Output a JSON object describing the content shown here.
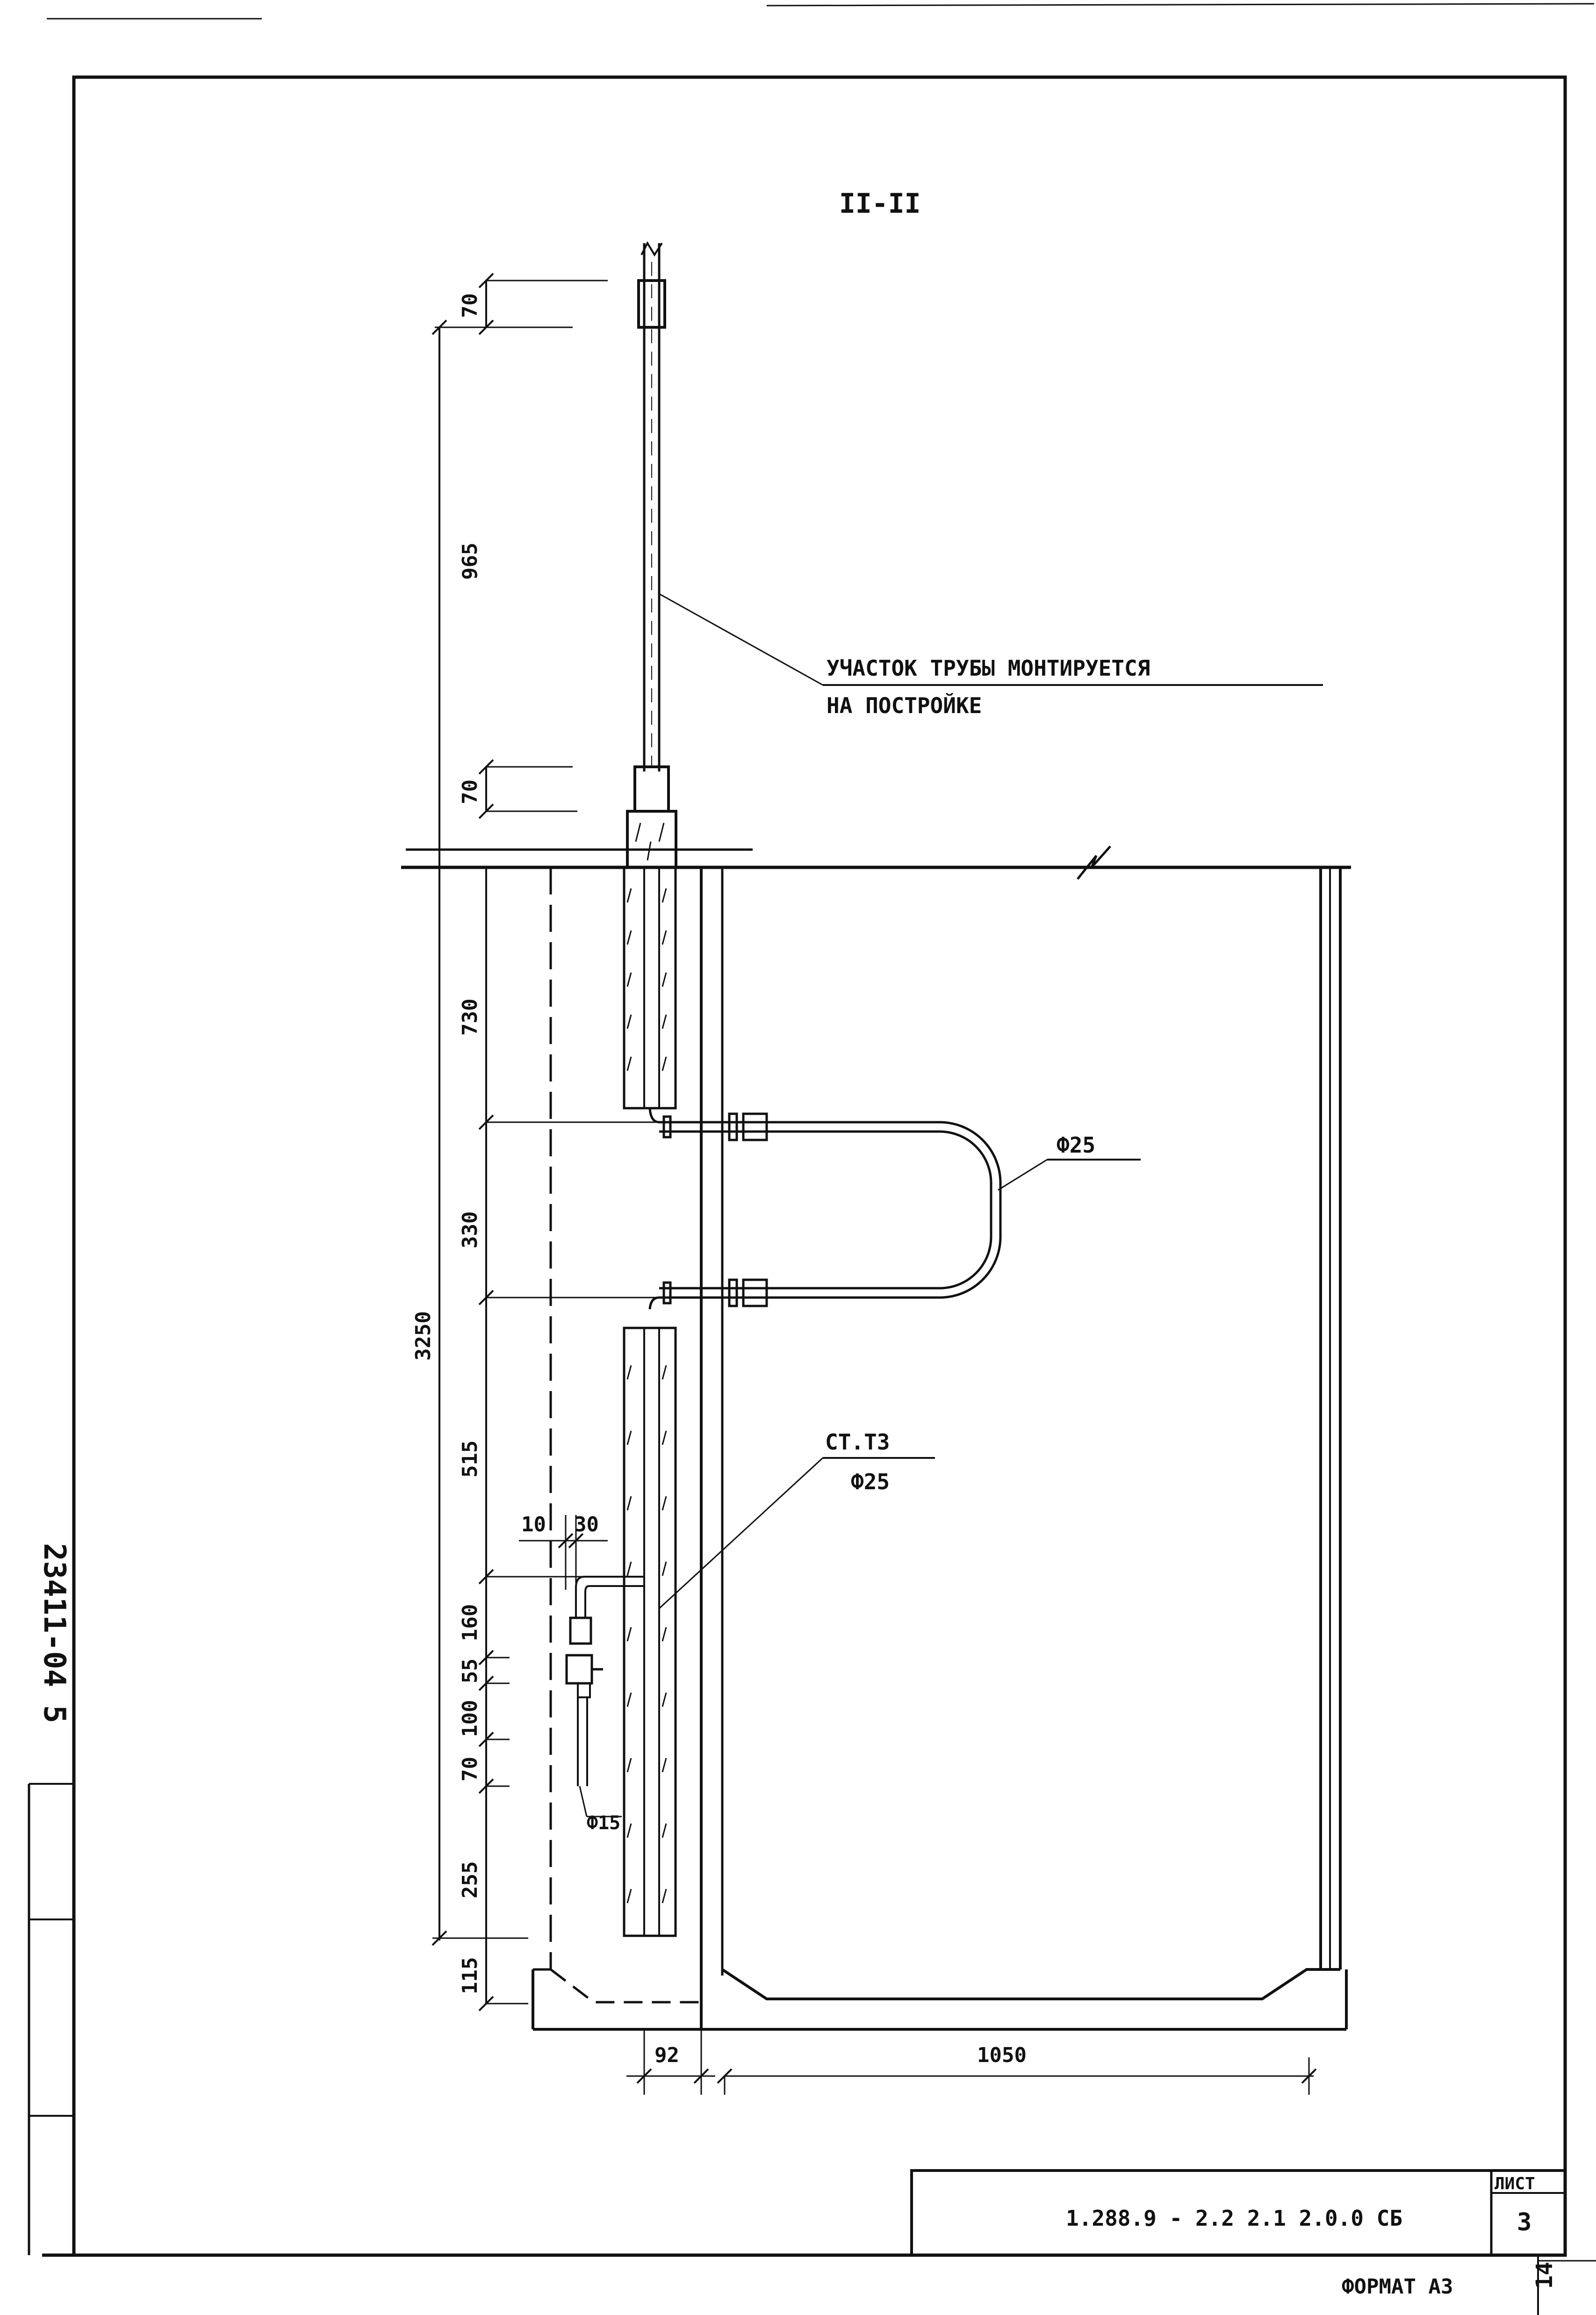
{
  "drawing": {
    "section_label": "II-II",
    "callouts": {
      "pipe_note_line1": "УЧАСТОК ТРУБЫ МОНТИРУЕТСЯ",
      "pipe_note_line2": "НА ПОСТРОЙКЕ",
      "pipe_diameter_upper": "Ф25",
      "material_grade": "СТ.Т3",
      "pipe_diameter_lower": "Ф25",
      "branch_diameter": "Ф15"
    },
    "dimensions": {
      "top_sleeve": "70",
      "upper_pipe": "965",
      "lower_sleeve": "70",
      "seg_730": "730",
      "seg_330": "330",
      "overall": "3250",
      "seg_515": "515",
      "seg_160": "160",
      "seg_55": "55",
      "seg_100": "100",
      "seg_70_low": "70",
      "seg_255": "255",
      "seg_115": "115",
      "offset_10": "10",
      "offset_30": "30",
      "wall_92": "92",
      "width_1050": "1050"
    }
  },
  "side_stamp": {
    "number": "23411-04 5"
  },
  "title_block": {
    "document_code": "1.288.9 - 2.2 2.1 2.0.0 СБ",
    "sheet_label": "ЛИСТ",
    "sheet_number": "3",
    "format_label": "ФОРМАТ А3",
    "page_number": "14"
  }
}
